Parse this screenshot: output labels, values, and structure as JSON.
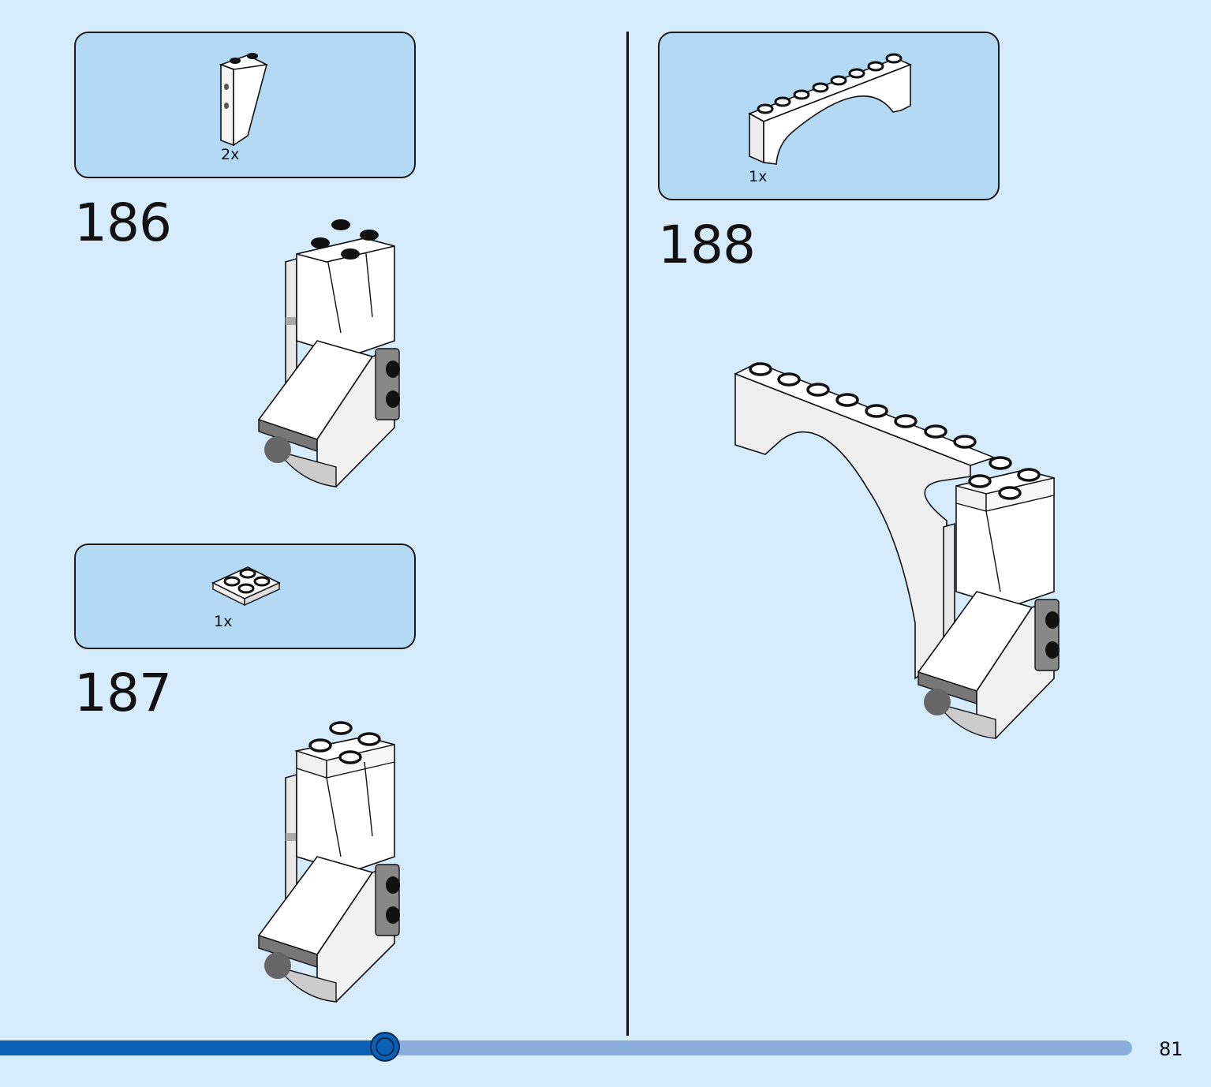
{
  "steps": [
    {
      "number": "186",
      "parts": [
        {
          "name": "slope-brick",
          "qty": "2x"
        }
      ]
    },
    {
      "number": "187",
      "parts": [
        {
          "name": "plate-2x2",
          "qty": "1x"
        }
      ]
    },
    {
      "number": "188",
      "parts": [
        {
          "name": "arch-brick",
          "qty": "1x"
        }
      ]
    }
  ],
  "page": {
    "number": "81"
  },
  "progress": {
    "fraction": 0.34
  },
  "colors": {
    "background": "#d6ecfc",
    "callout": "#b4d9f5",
    "progress_fill": "#0960b4",
    "progress_track": "#8aaddd"
  }
}
